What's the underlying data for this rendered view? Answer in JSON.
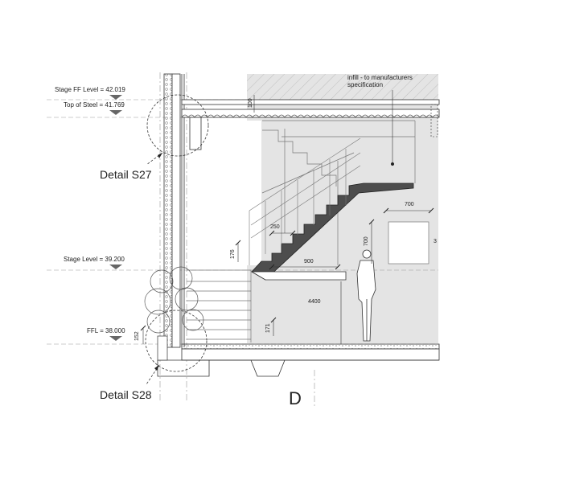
{
  "levels": {
    "stage_ff": "Stage FF Level = 42.019",
    "top_of_steel": "Top of Steel = 41.769",
    "stage_level": "Stage Level = 39.200",
    "ffl": "FFL = 38.000"
  },
  "details": {
    "s27": "Detail S27",
    "s28": "Detail S28"
  },
  "note_lines": [
    "infill - to manufacturers",
    "specification"
  ],
  "dimensions": {
    "d100": "100",
    "d700_horizontal": "700",
    "d700_vertical": "700",
    "d250": "250",
    "d176": "176",
    "d900": "900",
    "d4400": "4400",
    "d171": "171",
    "d152": "152",
    "d3_partial": "3"
  },
  "grid_label": "D",
  "colors": {
    "background": "#ffffff",
    "wall_fill": "#e4e4e4",
    "stair_fill": "#555555",
    "line": "#222222",
    "guide_line": "#9a9a9a"
  }
}
